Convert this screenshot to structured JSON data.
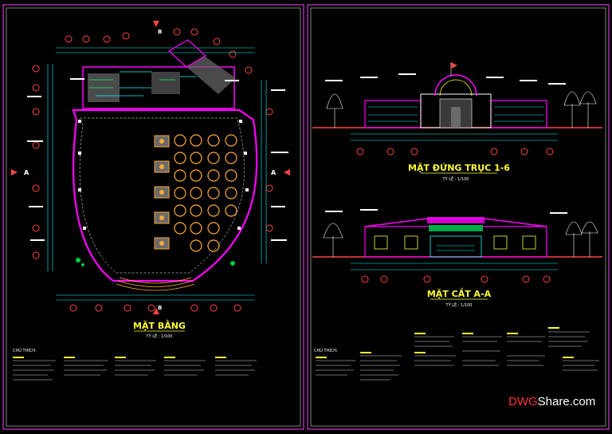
{
  "sheet": {
    "left_panel": {
      "plan_title": "MẶT BẰNG",
      "plan_scale": "TỶ LỆ : 1/100",
      "section_marker_a": "A",
      "section_marker_b": "B",
      "notes_heading": "CHÚ THÍCH:"
    },
    "right_panel": {
      "elevation_title": "MẶT ĐỨNG TRỤC 1-6",
      "elevation_scale": "TỶ LỆ : 1/100",
      "section_title": "MẶT CẮT A-A",
      "section_scale": "TỶ LỆ : 1/100",
      "notes_heading": "CHÚ THÍCH:"
    }
  },
  "watermark": {
    "part1": "DWG",
    "part2": "Share.com",
    "color1": "#ff3333",
    "color2": "#ffffff"
  },
  "colors": {
    "frame": "#ff44ff",
    "wall": "#ff00ff",
    "dimension": "#00ffff",
    "axis": "#ff4444",
    "tree": "#ffffff",
    "table": "#ffaa33",
    "title": "#ffff33"
  }
}
